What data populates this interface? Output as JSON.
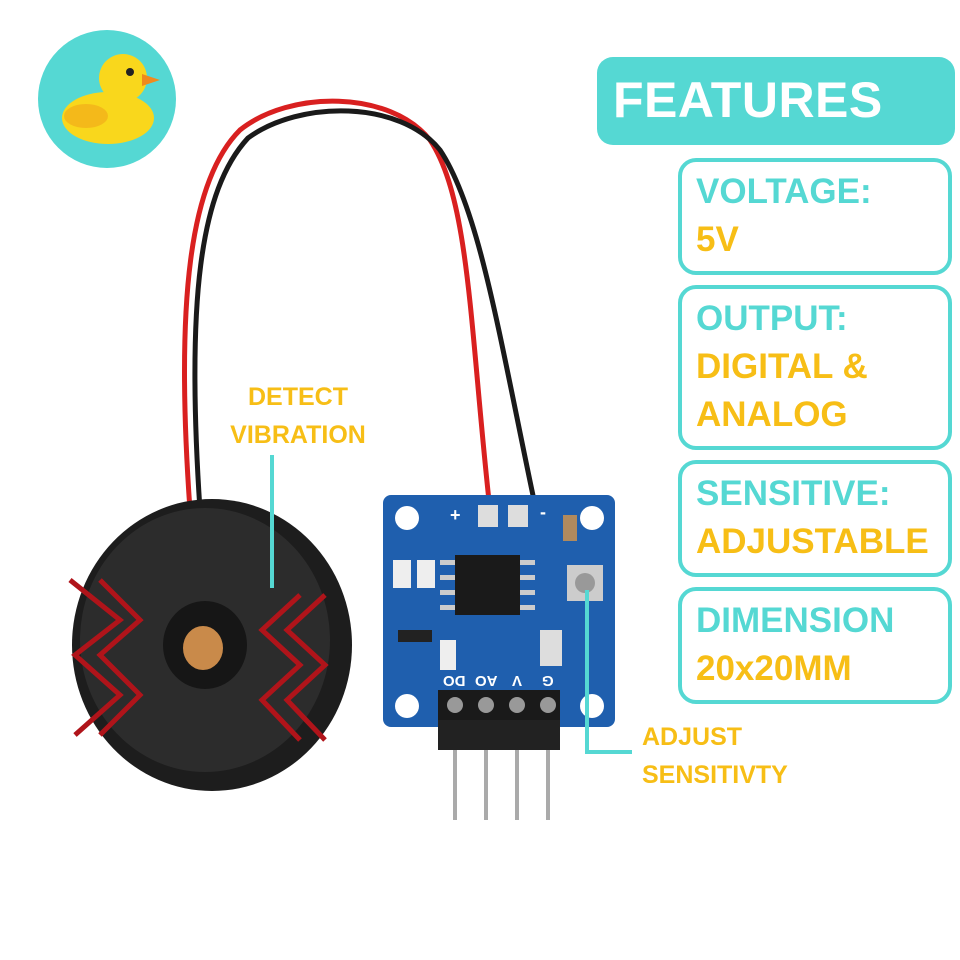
{
  "features": {
    "title": "FEATURES",
    "items": [
      {
        "key": "VOLTAGE:",
        "value": [
          "5V"
        ]
      },
      {
        "key": "OUTPUT:",
        "value": [
          "DIGITAL &",
          "ANALOG"
        ]
      },
      {
        "key": "SENSITIVE:",
        "value": [
          "ADJUSTABLE"
        ]
      },
      {
        "key": "DIMENSION",
        "value": [
          "20x20MM"
        ]
      }
    ]
  },
  "callouts": {
    "detect": [
      "DETECT",
      "VIBRATION"
    ],
    "adjust": [
      "ADJUST",
      "SENSITIVTY"
    ]
  },
  "board": {
    "plus": "+",
    "minus": "-",
    "pins": [
      "DO",
      "AO",
      "V",
      "G"
    ]
  },
  "colors": {
    "teal": "#55d8d3",
    "yellow": "#f7be16",
    "board": "#1f5fae",
    "wave": "#b0141a"
  },
  "logo": {
    "icon": "duck-logo-icon"
  }
}
